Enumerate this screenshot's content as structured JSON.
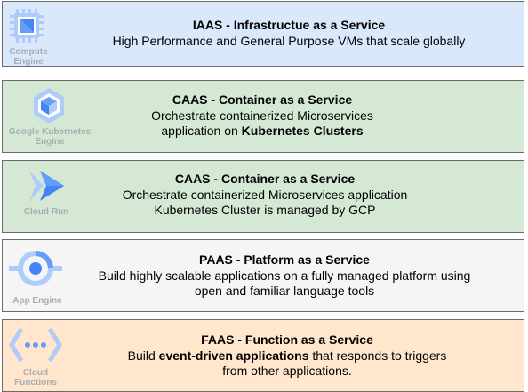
{
  "rows": [
    {
      "service": "Compute Engine",
      "icon": "compute-engine-icon",
      "title": "IAAS - Infrastructue as a Service",
      "desc": "High Performance and General Purpose VMs that scale globally"
    },
    {
      "service": "Google Kubernetes Engine",
      "icon": "kubernetes-engine-icon",
      "title": "CAAS - Container as a Service",
      "desc_line1": "Orchestrate containerized Microservices",
      "desc_line2_pre": "application on ",
      "desc_line2_bold": "Kubernetes Clusters"
    },
    {
      "service": "Cloud Run",
      "icon": "cloud-run-icon",
      "title": "CAAS - Container as a Service",
      "desc_line1": "Orchestrate containerized Microservices application",
      "desc_line2": "Kubernetes Cluster is managed by GCP"
    },
    {
      "service": "App Engine",
      "icon": "app-engine-icon",
      "title": "PAAS - Platform as a Service",
      "desc_line1": "Build highly scalable applications on a fully managed platform using",
      "desc_line2": "open and familiar language tools"
    },
    {
      "service": "Cloud Functions",
      "icon": "cloud-functions-icon",
      "title": "FAAS - Function as a Service",
      "desc_line1_pre": "Build ",
      "desc_line1_bold": "event-driven applications",
      "desc_line1_post": " that responds to triggers",
      "desc_line2": "from other applications."
    }
  ],
  "colors": {
    "iaas_fill": "#dae8fc",
    "caas_fill": "#d5e8d4",
    "paas_fill": "#f5f5f5",
    "faas_fill": "#ffe6cc",
    "border": "#6b6b6b",
    "icon_blue": "#4285f4",
    "icon_light_blue": "#aecbfa",
    "icon_label_gray": "#a9adb3"
  }
}
